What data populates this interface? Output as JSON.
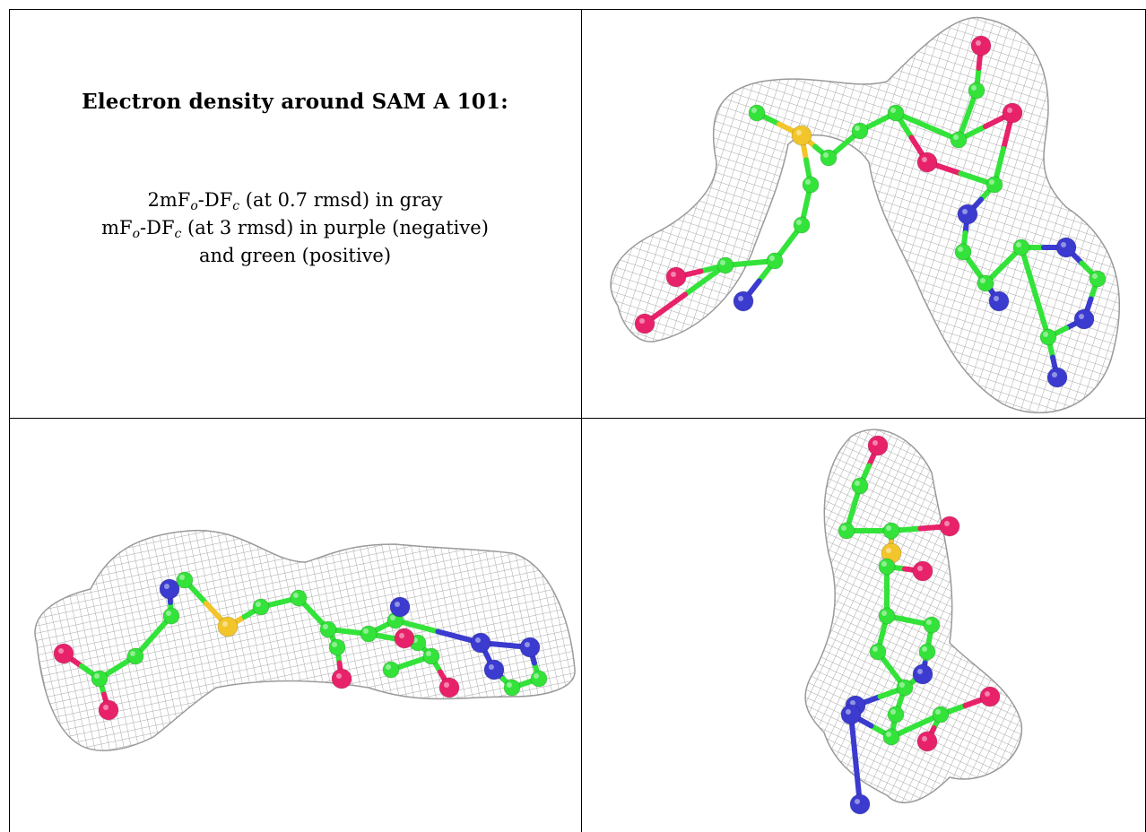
{
  "caption": {
    "title": "Electron density around SAM A 101:",
    "line1": {
      "pre": "2mF",
      "sub1": "o",
      "mid": "-DF",
      "sub2": "c",
      "post": " (at 0.7 rmsd) in gray"
    },
    "line2": {
      "pre": "mF",
      "sub1": "o",
      "mid": "-DF",
      "sub2": "c",
      "post": " (at 3 rmsd) in purple (negative)"
    },
    "line3": "and green (positive)"
  },
  "colors": {
    "mesh_gray": "#a8a8a8",
    "carbon_green": "#33e33a",
    "oxygen_red": "#e8226a",
    "nitrogen_blue": "#3b3bd0",
    "sulfur_yellow": "#f2c52a",
    "grid_line": "#000000"
  },
  "views": [
    {
      "name": "top-right",
      "icon": "molecule-view-top-right"
    },
    {
      "name": "bottom-left",
      "icon": "molecule-view-bottom-left"
    },
    {
      "name": "bottom-right",
      "icon": "molecule-view-bottom-right"
    }
  ]
}
